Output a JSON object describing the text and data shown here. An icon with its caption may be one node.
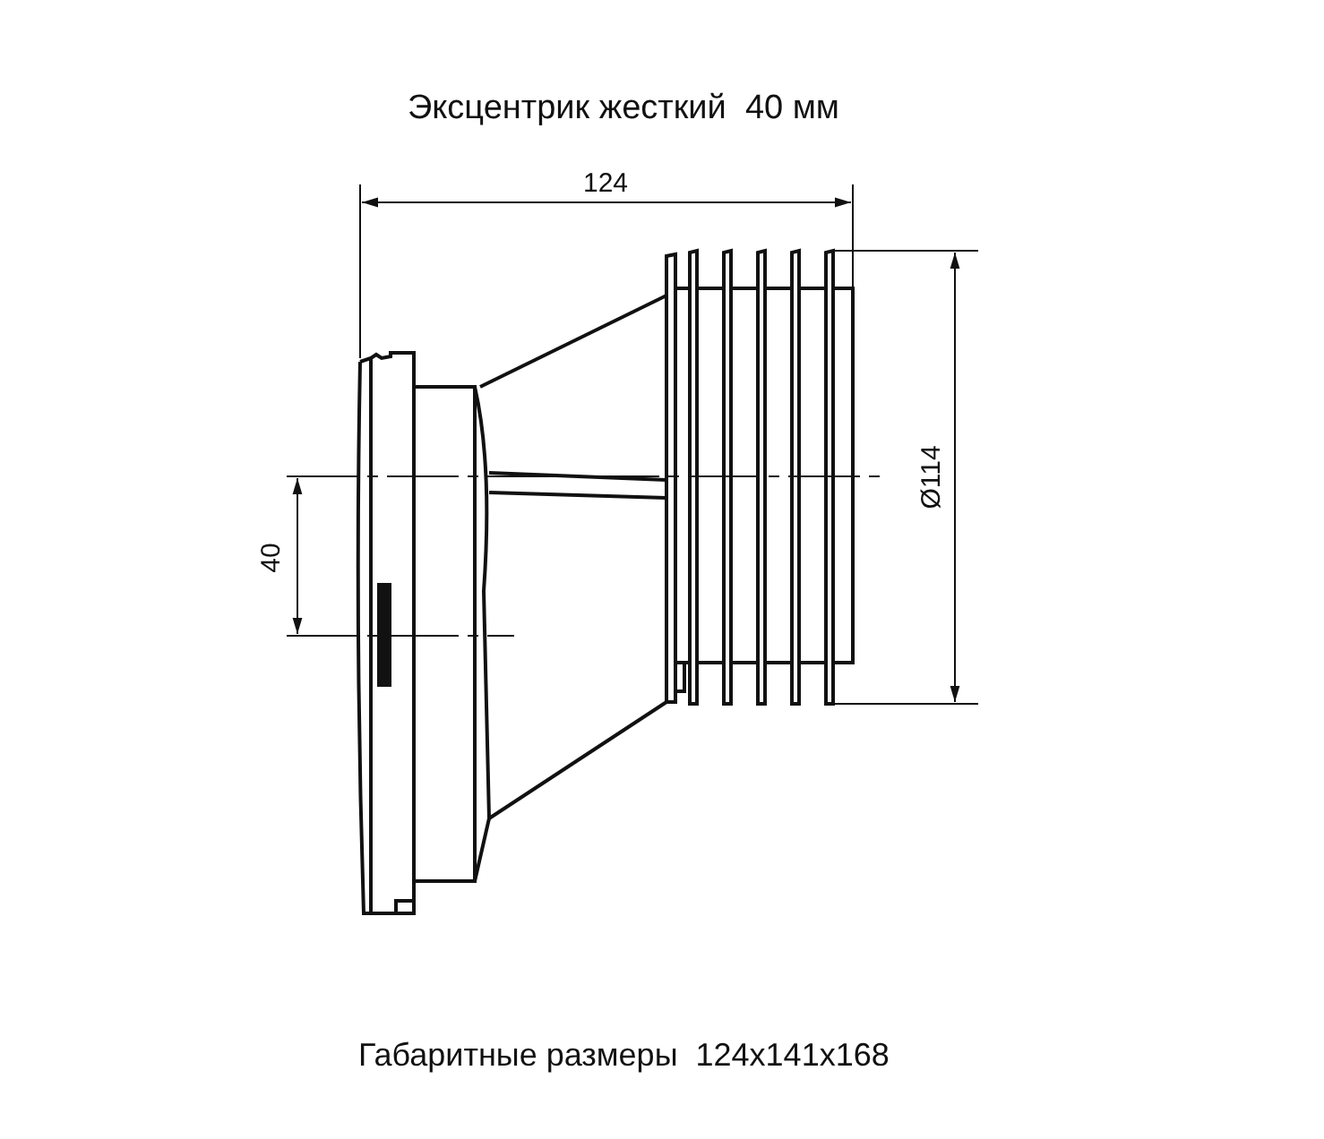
{
  "diagram": {
    "title": "Эксцентрик жесткий  40 мм",
    "labels": [
      "124",
      "Ø114",
      "40"
    ],
    "caption": "Габаритные размеры  124x141x168"
  }
}
